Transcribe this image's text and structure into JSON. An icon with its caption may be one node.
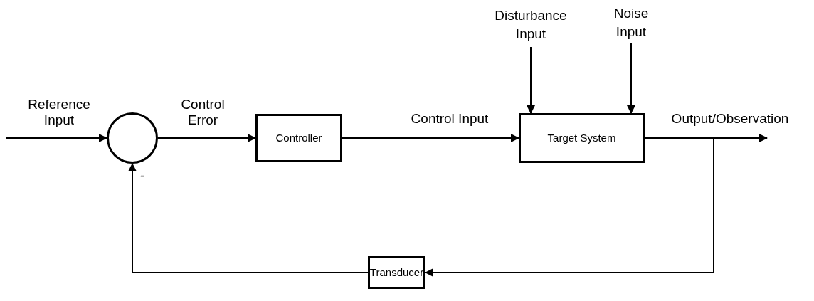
{
  "diagram": {
    "nodes": [
      {
        "text": [],
        "shape": "circle",
        "beside": [
          "-"
        ]
      },
      {
        "text": [
          "Controller"
        ]
      },
      {
        "text": [
          "Target System"
        ]
      },
      {
        "text": [
          "Transducer"
        ]
      },
      {
        "text": [
          "Disturbance Input"
        ]
      },
      {
        "text": [
          "Noise Input"
        ]
      }
    ],
    "edges": [
      {
        "from": null,
        "to": 0,
        "arrow": "to",
        "label": "Reference Input"
      },
      {
        "from": 0,
        "to": 1,
        "arrow": "to",
        "label": "Control Error"
      },
      {
        "from": 1,
        "to": 2,
        "arrow": "to",
        "label": "Control Input"
      },
      {
        "from": 4,
        "to": 2,
        "arrow": "to"
      },
      {
        "from": 5,
        "to": 2,
        "arrow": "to"
      },
      {
        "from": 2,
        "to": null,
        "arrow": "to",
        "label": "Output/Observation"
      },
      {
        "from": 2,
        "to": 3,
        "arrow": "to"
      },
      {
        "from": 3,
        "to": 0,
        "arrow": "to"
      }
    ]
  }
}
